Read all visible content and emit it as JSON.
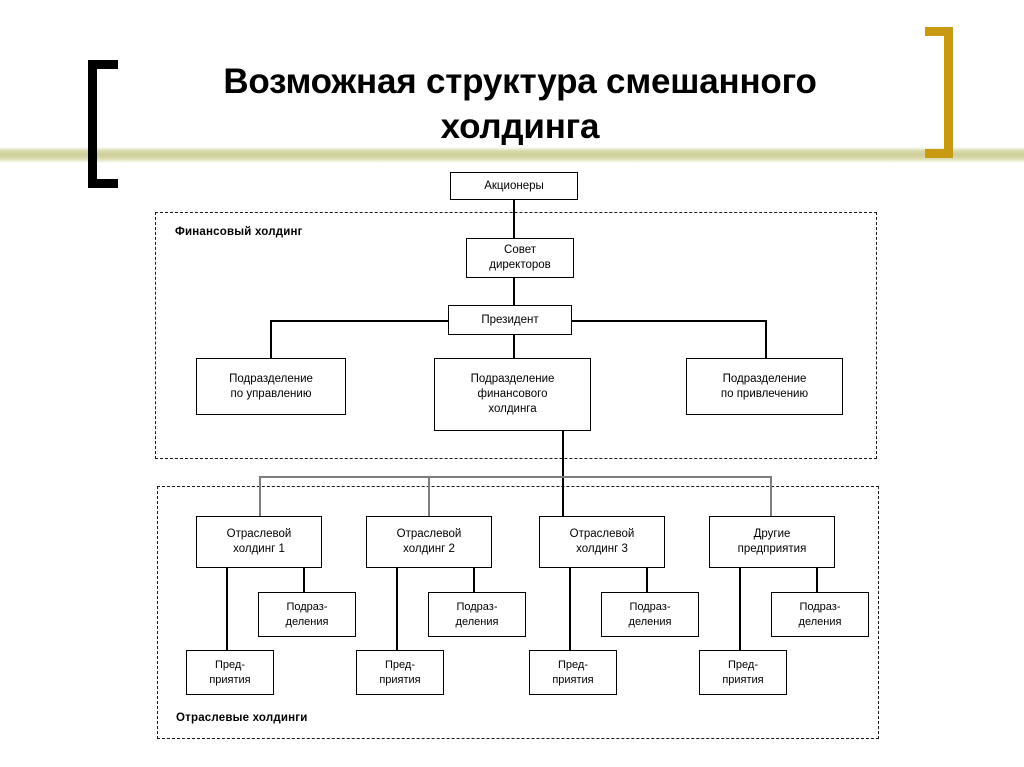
{
  "slide": {
    "title": "Возможная структура смешанного холдинга",
    "title_line_1": "Возможная структура смешанного",
    "title_line_2": "холдинга",
    "accent_color": "#c89a14",
    "band_color": "#cfcf9c",
    "bracket_left_color": "#000000"
  },
  "diagram": {
    "type": "org-chart",
    "groups": [
      {
        "id": "financial",
        "label": "Финансовый холдинг",
        "label_position": "top-left"
      },
      {
        "id": "sectoral",
        "label": "Отраслевые холдинги",
        "label_position": "bottom-left"
      }
    ],
    "nodes": {
      "shareholders": "Акционеры",
      "board": "Совет\nдиректоров",
      "board_line_1": "Совет",
      "board_line_2": "директоров",
      "president": "Президент",
      "div_management_line_1": "Подразделение",
      "div_management_line_2": "по управлению",
      "div_finance_line_1": "Подразделение",
      "div_finance_line_2": "финансового",
      "div_finance_line_3": "холдинга",
      "div_attraction_line_1": "Подразделение",
      "div_attraction_line_2": "по привлечению",
      "holding1_line_1": "Отраслевой",
      "holding1_line_2": "холдинг 1",
      "holding2_line_1": "Отраслевой",
      "holding2_line_2": "холдинг 2",
      "holding3_line_1": "Отраслевой",
      "holding3_line_2": "холдинг 3",
      "other_line_1": "Другие",
      "other_line_2": "предприятия",
      "subdivisions_line_1": "Подраз-",
      "subdivisions_line_2": "деления",
      "enterprises_line_1": "Пред-",
      "enterprises_line_2": "приятия"
    },
    "hierarchy": [
      {
        "from": "Акционеры",
        "to": "Совет директоров"
      },
      {
        "from": "Совет директоров",
        "to": "Президент"
      },
      {
        "from": "Президент",
        "to": "Подразделение по управлению"
      },
      {
        "from": "Президент",
        "to": "Подразделение финансового холдинга"
      },
      {
        "from": "Президент",
        "to": "Подразделение по привлечению"
      },
      {
        "from": "Подразделение финансового холдинга",
        "to": "Отраслевой холдинг 1"
      },
      {
        "from": "Подразделение финансового холдинга",
        "to": "Отраслевой холдинг 2"
      },
      {
        "from": "Подразделение финансового холдинга",
        "to": "Отраслевой холдинг 3"
      },
      {
        "from": "Подразделение финансового холдинга",
        "to": "Другие предприятия"
      },
      {
        "from": "Отраслевой холдинг 1",
        "to": "Подразделения"
      },
      {
        "from": "Отраслевой холдинг 1",
        "to": "Предприятия"
      },
      {
        "from": "Отраслевой холдинг 2",
        "to": "Подразделения"
      },
      {
        "from": "Отраслевой холдинг 2",
        "to": "Предприятия"
      },
      {
        "from": "Отраслевой холдинг 3",
        "to": "Подразделения"
      },
      {
        "from": "Отраслевой холдинг 3",
        "to": "Предприятия"
      },
      {
        "from": "Другие предприятия",
        "to": "Подразделения"
      },
      {
        "from": "Другие предприятия",
        "to": "Предприятия"
      }
    ]
  }
}
